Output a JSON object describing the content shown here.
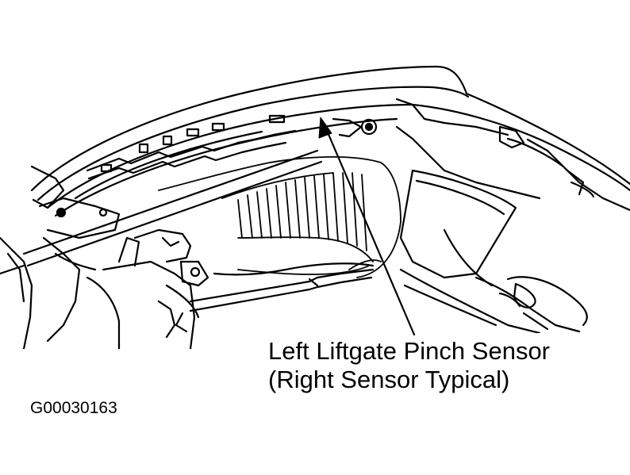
{
  "callout": {
    "line1": "Left Liftgate Pinch Sensor",
    "line2": "(Right Sensor Typical)"
  },
  "figure_id": "G00030163",
  "colors": {
    "ink": "#000000",
    "paper": "#ffffff"
  }
}
